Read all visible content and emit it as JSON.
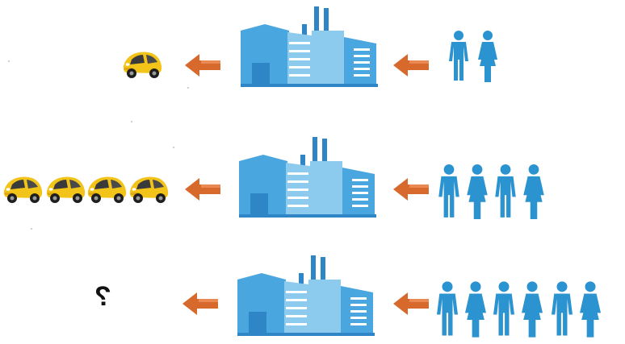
{
  "rows": [
    {
      "label": "row-1",
      "people": 2,
      "cars": 1
    },
    {
      "label": "row-2",
      "people": 4,
      "cars": 4
    },
    {
      "label": "row-3",
      "people": 6,
      "output_text": "?"
    }
  ],
  "colors": {
    "factory_blue": "#4aa6de",
    "factory_light": "#8ccaee",
    "factory_dark": "#2f86c6",
    "arrow_orange": "#d8692c",
    "person_blue": "#2b93cf",
    "car_yellow": "#f2c319",
    "car_dark": "#1e1e1e"
  },
  "icons": [
    "car-icon",
    "arrow-left-icon",
    "factory-icon",
    "person-male-icon",
    "person-female-icon"
  ]
}
